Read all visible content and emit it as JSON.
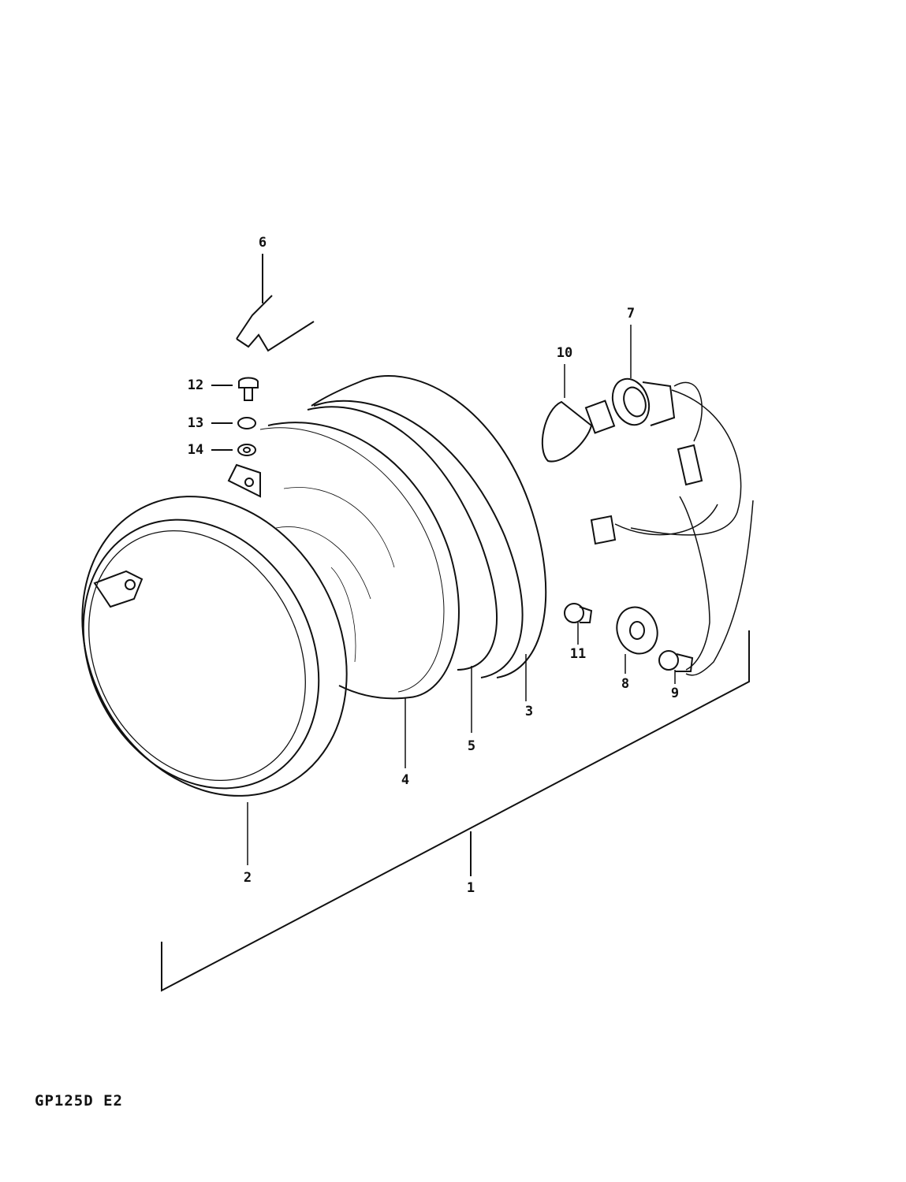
{
  "diagram": {
    "model_code": "GP125D E2",
    "parts": [
      {
        "number": "1",
        "name": "headlamp-assembly"
      },
      {
        "number": "2",
        "name": "headlamp-rim"
      },
      {
        "number": "3",
        "name": "headlamp-housing"
      },
      {
        "number": "4",
        "name": "lens-unit"
      },
      {
        "number": "5",
        "name": "seal-ring"
      },
      {
        "number": "6",
        "name": "spring"
      },
      {
        "number": "7",
        "name": "bulb-socket"
      },
      {
        "number": "8",
        "name": "grommet"
      },
      {
        "number": "9",
        "name": "position-bulb-socket"
      },
      {
        "number": "10",
        "name": "headlamp-bulb"
      },
      {
        "number": "11",
        "name": "position-bulb"
      },
      {
        "number": "12",
        "name": "screw"
      },
      {
        "number": "13",
        "name": "lock-washer"
      },
      {
        "number": "14",
        "name": "washer"
      }
    ]
  }
}
